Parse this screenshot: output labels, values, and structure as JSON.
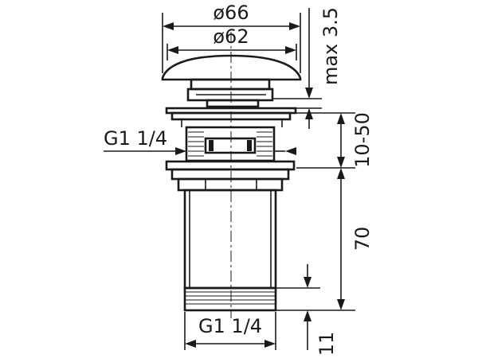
{
  "diagram": {
    "dimensions": {
      "outer_diameter": "ø66",
      "inner_diameter": "ø62",
      "max_height": "max 3.5",
      "thread_upper": "G1 1/4",
      "clamp_range": "10-50",
      "body_length": "70",
      "thread_lower": "G1 1/4",
      "thread_length": "11"
    },
    "colors": {
      "line": "#1a1a1a",
      "background": "#ffffff"
    }
  }
}
